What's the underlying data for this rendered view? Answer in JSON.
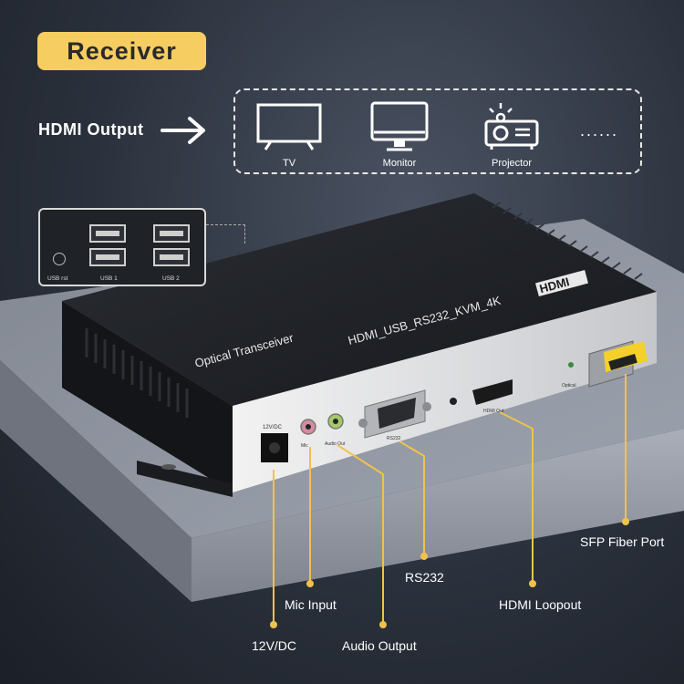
{
  "header": {
    "badge": "Receiver"
  },
  "output": {
    "label": "HDMI Output",
    "devices": [
      {
        "name": "TV",
        "icon": "tv-icon"
      },
      {
        "name": "Monitor",
        "icon": "monitor-icon"
      },
      {
        "name": "Projector",
        "icon": "projector-icon"
      }
    ],
    "more": "......"
  },
  "usb_panel": {
    "reset": "USB rst",
    "port1": "USB 1",
    "port2": "USB 2"
  },
  "device_text": {
    "brand_line": "Optical Transceiver",
    "model_line": "HDMI_USB_RS232_KVM_4K",
    "hdmi_logo": "HDMI",
    "dc_port": "12V/DC",
    "mic_port": "Mic",
    "audio_port": "Audio Out",
    "rs232_port": "RS232",
    "hdmi_port": "HDMI Out",
    "optical": "Optical"
  },
  "callouts": {
    "dc": "12V/DC",
    "mic": "Mic Input",
    "audio": "Audio Output",
    "rs232": "RS232",
    "hdmi_loop": "HDMI Loopout",
    "sfp": "SFP Fiber Port"
  },
  "colors": {
    "accent": "#f6cd60",
    "line": "#f0c24a"
  }
}
